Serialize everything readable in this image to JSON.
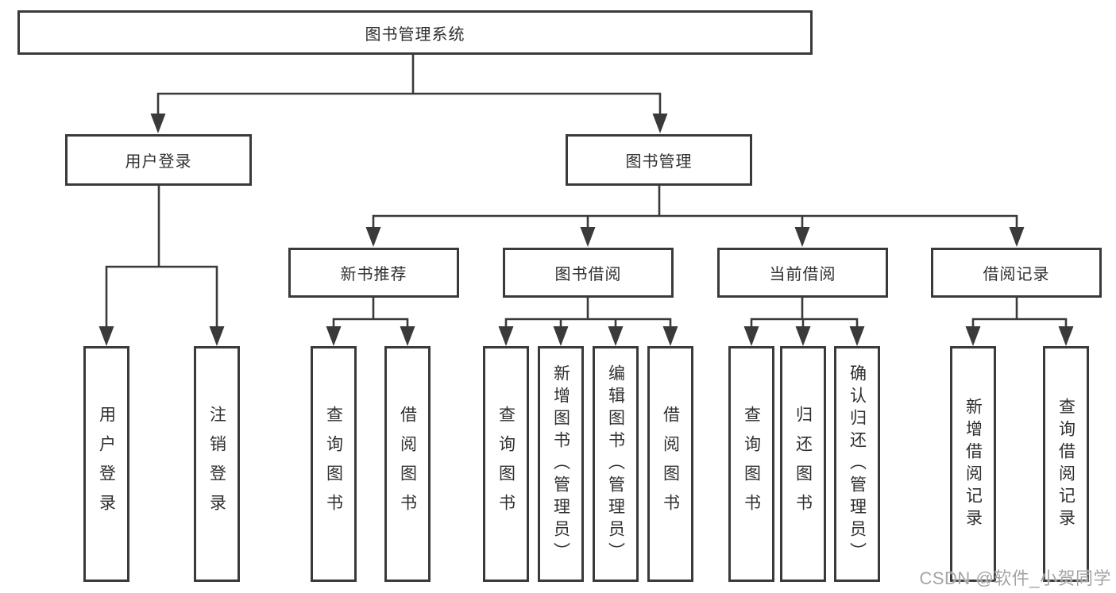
{
  "title": "图书管理系统",
  "tree": {
    "root": "图书管理系统",
    "branches": [
      {
        "label": "用户登录",
        "children": [
          "用户登录",
          "注销登录"
        ]
      },
      {
        "label": "图书管理",
        "sections": [
          {
            "label": "新书推荐",
            "children": [
              "查询图书",
              "借阅图书"
            ]
          },
          {
            "label": "图书借阅",
            "children": [
              "查询图书",
              "新增图书（管理员）",
              "编辑图书（管理员）",
              "借阅图书"
            ]
          },
          {
            "label": "当前借阅",
            "children": [
              "查询图书",
              "归还图书",
              "确认归还（管理员）"
            ]
          },
          {
            "label": "借阅记录",
            "children": [
              "新增借阅记录",
              "查询借阅记录"
            ]
          }
        ]
      }
    ]
  },
  "watermark": "CSDN @软件_小贺同学",
  "colors": {
    "line": "#3a3a3a",
    "box_border": "#3a3a3a",
    "text": "#2f2f2f",
    "watermark": "#a5a5a8",
    "background": "#ffffff"
  }
}
